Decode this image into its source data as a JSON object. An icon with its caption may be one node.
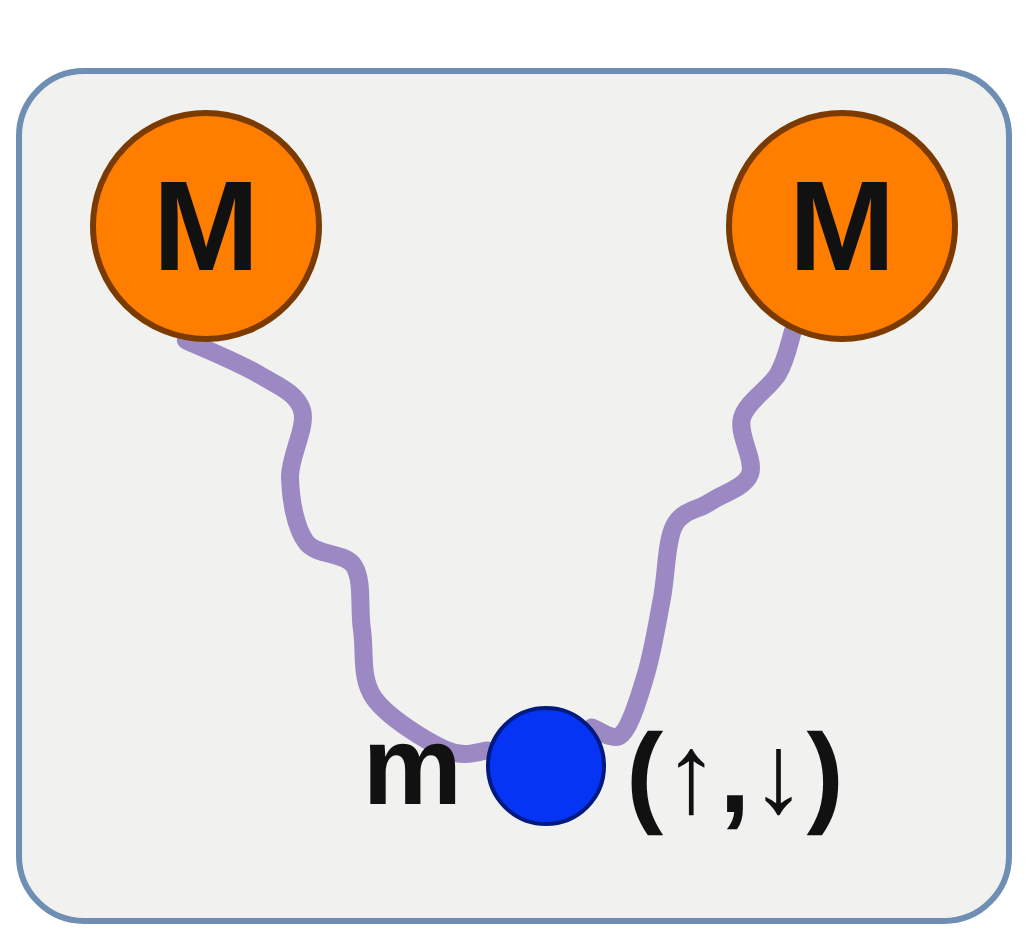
{
  "diagram": {
    "nodes": [
      {
        "text": [],
        "shape": "box"
      },
      {
        "text": [
          "M"
        ],
        "in": 0
      },
      {
        "text": [
          "M"
        ],
        "in": 0
      },
      {
        "text": [],
        "shape": "circle",
        "in": 0,
        "beside": [
          "m",
          "(↑,↓)"
        ]
      }
    ],
    "edges": [
      {
        "from": 1,
        "to": 3,
        "arrow": "none"
      },
      {
        "from": 2,
        "to": 3,
        "arrow": "none"
      }
    ]
  }
}
